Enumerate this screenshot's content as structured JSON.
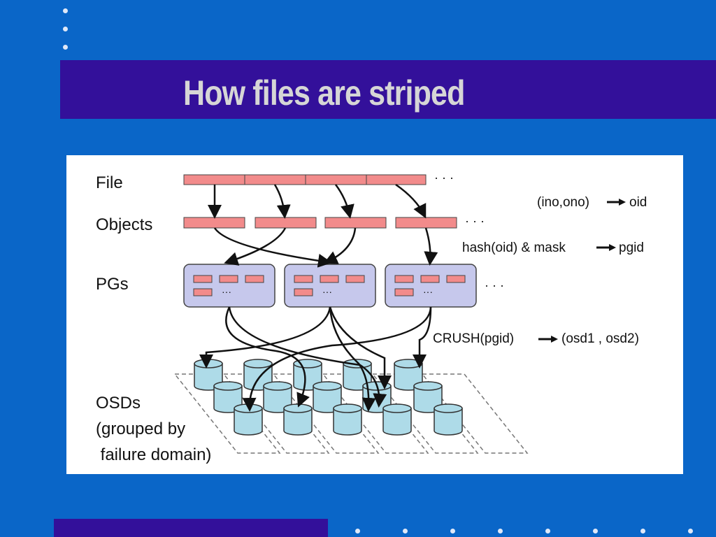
{
  "slide": {
    "title": "How files are striped",
    "background_color": "#0a66c8",
    "title_bar_color": "#33109a"
  },
  "diagram": {
    "row_labels": {
      "file": "File",
      "objects": "Objects",
      "pgs": "PGs",
      "osds_line1": "OSDs",
      "osds_line2": "(grouped by",
      "osds_line3": " failure domain)"
    },
    "annotations": {
      "file_to_object": "(ino,ono)",
      "file_to_object_result": "oid",
      "object_to_pg": "hash(oid) & mask",
      "object_to_pg_result": "pgid",
      "pg_to_osd": "CRUSH(pgid)",
      "pg_to_osd_result": "(osd1 , osd2)"
    },
    "ellipsis": "· · ·",
    "pg_ellipsis": "···",
    "colors": {
      "segment_fill": "#f28b8b",
      "pg_fill": "#c6c8ec",
      "osd_fill": "#aedbe8"
    }
  }
}
